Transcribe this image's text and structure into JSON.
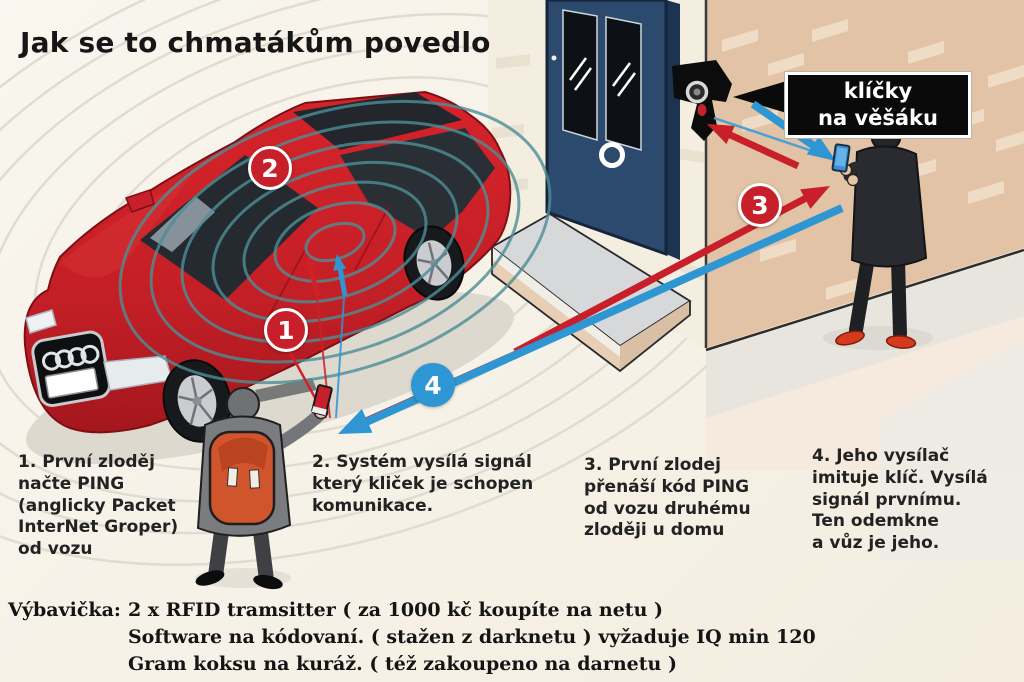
{
  "title": "Jak se to chmatákům povedlo",
  "callout": {
    "line1": "klíčky",
    "line2": "na věšáku"
  },
  "markers": {
    "m1": "1",
    "m2": "2",
    "m3": "3",
    "m4": "4"
  },
  "steps": [
    {
      "lines": [
        "1. První zloděj",
        "načte PING",
        "(anglicky Packet",
        "InterNet Groper)",
        "od vozu"
      ]
    },
    {
      "lines": [
        "2. Systém vysílá signál",
        "který kliček je schopen",
        "komunikace."
      ]
    },
    {
      "lines": [
        "3. První zlodej",
        "přenáší kód PING",
        "od vozu druhému",
        "zloději u domu"
      ]
    },
    {
      "lines": [
        "4. Jeho vysílač",
        "imituje klíč. Vysílá",
        "signál prvnímu.",
        "Ten odemkne",
        "a vůz je jeho."
      ]
    }
  ],
  "equipment": {
    "label": "Výbavička:",
    "lines": [
      "2 x RFID tramsitter ( za 1000 kč koupíte na netu )",
      "Software na kódovaní. ( stažen z darknetu ) vyžaduje IQ min 120",
      "Gram koksu na kuráž. ( též zakoupeno na darnetu )"
    ]
  },
  "icons": {
    "audi_rings": "four interlocked circles",
    "key_hanger": "black wall key holder with key ring and red fob",
    "signal_waves": "concentric teal ellipses",
    "arrows": "red and blue relay arrows"
  },
  "colors": {
    "background": "#f7f3ea",
    "wall_tan": "#e3c3a6",
    "wall_front": "#f4eee1",
    "door_navy": "#2c4a6d",
    "car_red": "#c92027",
    "signal_teal": "#4d8e96",
    "arrow_red": "#c8202a",
    "arrow_blue": "#2e96d2",
    "callout_bg": "#0a0a0a",
    "callout_text": "#ffffff",
    "text": "#222222"
  }
}
